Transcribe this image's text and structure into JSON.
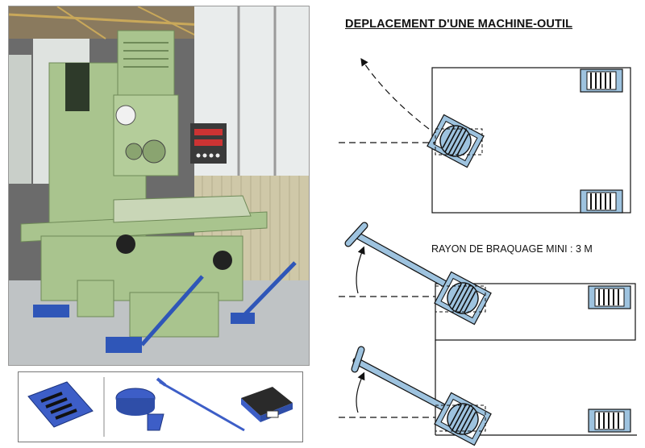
{
  "diagram": {
    "title": "DEPLACEMENT D'UNE MACHINE-OUTIL",
    "turning_radius_label": "RAYON DE BRAQUAGE MINI : 3 M"
  },
  "colors": {
    "skate_blue": "#9ec3df",
    "machine_green": "#a9c48e",
    "skate_dark": "#2f56b8"
  },
  "icons": [
    "milling-machine-photo",
    "roller-skate-icon",
    "steerable-skate-icon",
    "tow-bar-icon",
    "flat-roller-icon"
  ]
}
